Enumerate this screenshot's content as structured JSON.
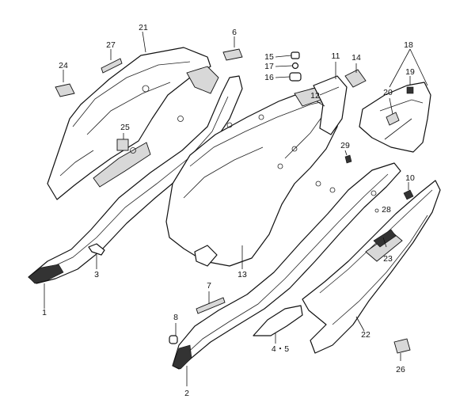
{
  "callouts": {
    "c1": "1",
    "c2": "2",
    "c3": "3",
    "c45": "4・5",
    "c6": "6",
    "c7": "7",
    "c8": "8",
    "c10": "10",
    "c11": "11",
    "c12": "12",
    "c13": "13",
    "c14": "14",
    "c15": "15",
    "c16": "16",
    "c17": "17",
    "c18": "18",
    "c19": "19",
    "c20": "20",
    "c21": "21",
    "c22": "22",
    "c23": "23",
    "c24": "24",
    "c25": "25",
    "c26": "26",
    "c27": "27",
    "c28": "28",
    "c29": "29"
  },
  "colors": {
    "line": "#111111",
    "fill": "#ffffff",
    "shade": "#d8d8d8"
  }
}
